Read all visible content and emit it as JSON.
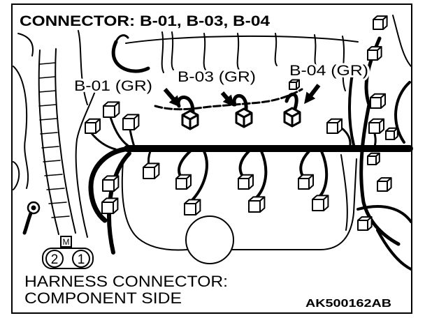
{
  "title": "CONNECTOR: B-01, B-03, B-04",
  "labels": {
    "b01": "B-01 (GR)",
    "b03": "B-03 (GR)",
    "b04": "B-04 (GR)"
  },
  "connector_symbol": {
    "tab": "M",
    "pins": [
      "2",
      "1"
    ]
  },
  "caption": {
    "line1": "HARNESS CONNECTOR:",
    "line2": "COMPONENT SIDE"
  },
  "figure_code": "AK500162AB",
  "colors": {
    "ink": "#000000",
    "paper": "#ffffff"
  }
}
